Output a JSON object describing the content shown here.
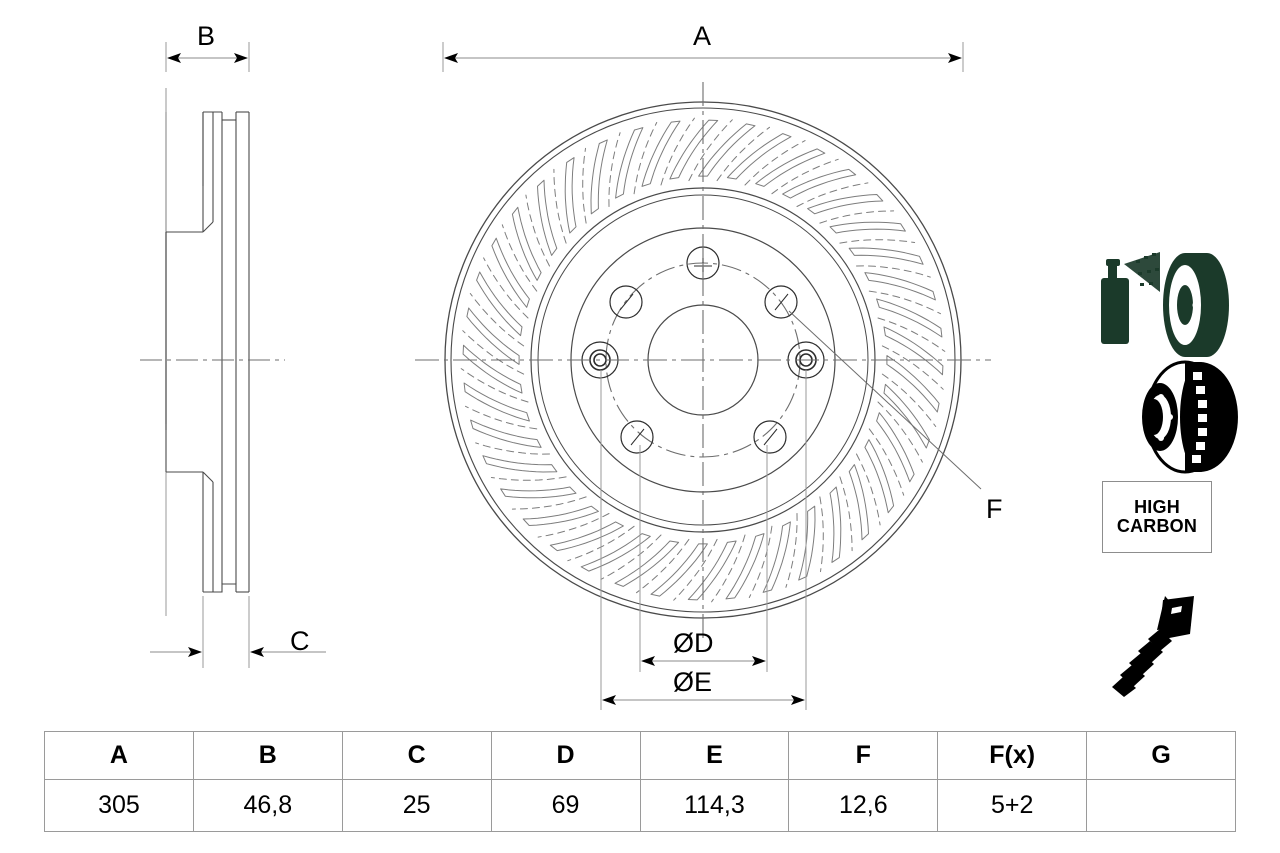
{
  "drawing": {
    "title": "brake-disc-technical-drawing",
    "dimension_labels": {
      "thickness_B": "B",
      "overall_A": "A",
      "hub_C": "C",
      "hole_F": "F",
      "bolt_circle_D": "ØD",
      "bolt_circle_E": "ØE"
    },
    "views": {
      "side_view": "cross-section-side-view",
      "front_view": "front-view-vented-disc"
    },
    "line_color": "#4a4a4a",
    "arrow_color": "#000000",
    "center_line_color": "#6d6d6d"
  },
  "icons": {
    "coating": {
      "name": "spray-coating-disc-icon",
      "color": "#1b3a2a"
    },
    "vented": {
      "name": "vented-disc-icon",
      "color": "#000000"
    },
    "high_carbon": {
      "name": "high-carbon-badge",
      "line1": "HIGH",
      "line2": "CARBON",
      "border_color": "#8d8d8d"
    },
    "screw": {
      "name": "countersunk-screw-icon",
      "color": "#000000"
    }
  },
  "spec_table": {
    "headers": [
      "A",
      "B",
      "C",
      "D",
      "E",
      "F",
      "F(x)",
      "G"
    ],
    "values": [
      "305",
      "46,8",
      "25",
      "69",
      "114,3",
      "12,6",
      "5+2",
      ""
    ],
    "border_color": "#9a9a9a"
  }
}
